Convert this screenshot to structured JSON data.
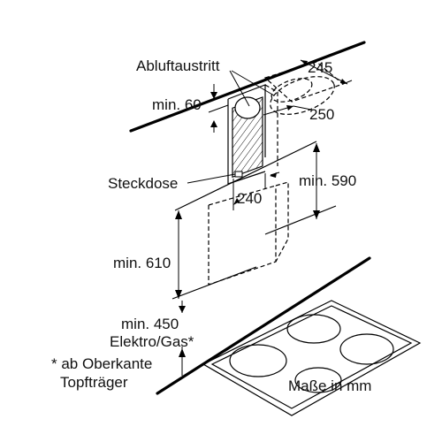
{
  "labels": {
    "exhaust_outlet": "Abluftaustritt",
    "min_60": "min. 60",
    "dim_245": "245",
    "dim_250": "250",
    "socket": "Steckdose",
    "dim_240": "240",
    "min_590": "min. 590",
    "min_610": "min. 610",
    "min_450": "min. 450",
    "electric_gas": "Elektro/Gas*",
    "footnote_line1": "* ab Oberkante",
    "footnote_line2": "Topfträger",
    "units": "Maße in mm"
  }
}
